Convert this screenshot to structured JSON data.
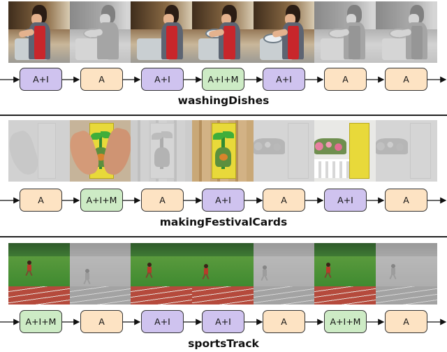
{
  "rows": [
    {
      "caption": "washingDishes",
      "frame_visibility": [
        "keyframe",
        "faded",
        "keyframe",
        "keyframe",
        "keyframe",
        "faded",
        "faded"
      ],
      "nodes": [
        "A+I",
        "A",
        "A+I",
        "A+I+M",
        "A+I",
        "A",
        "A"
      ]
    },
    {
      "caption": "makingFestivalCards",
      "frame_visibility": [
        "faded",
        "keyframe",
        "faded",
        "keyframe",
        "faded",
        "keyframe",
        "faded"
      ],
      "nodes": [
        "A",
        "A+I+M",
        "A",
        "A+I",
        "A",
        "A+I",
        "A"
      ]
    },
    {
      "caption": "sportsTrack",
      "frame_visibility": [
        "keyframe",
        "faded",
        "keyframe",
        "keyframe",
        "faded",
        "keyframe",
        "faded"
      ],
      "nodes": [
        "A+I+M",
        "A",
        "A+I",
        "A+I",
        "A",
        "A+I+M",
        "A"
      ]
    }
  ],
  "colors": {
    "A": "#fde3c3",
    "A+I": "#cfc3ef",
    "A+I+M": "#cdebc5"
  }
}
